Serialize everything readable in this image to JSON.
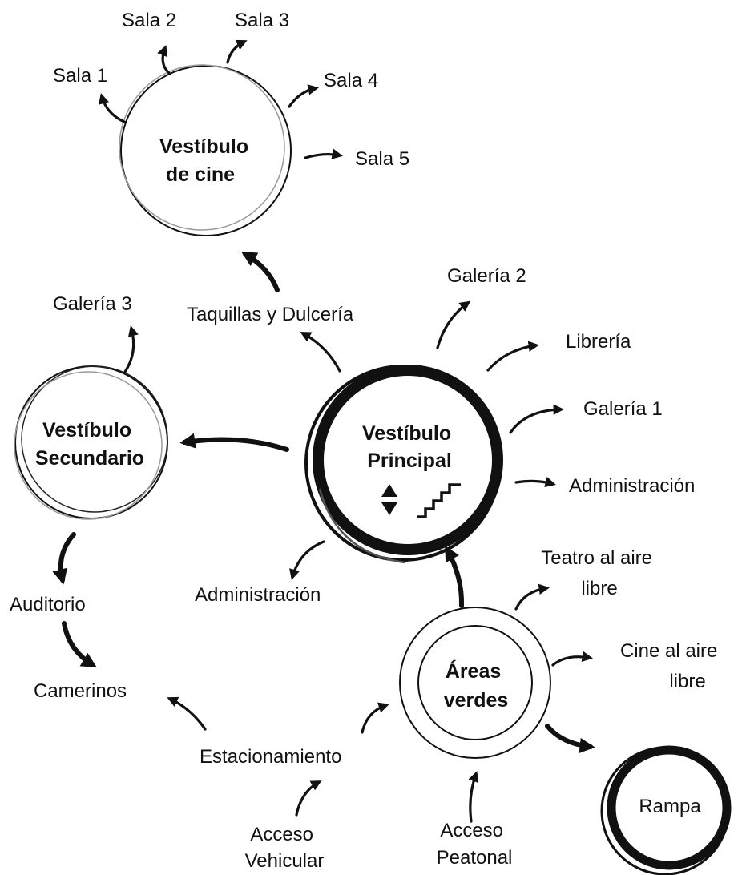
{
  "nodes": {
    "vestibulo_cine": [
      "Vestíbulo",
      "de cine"
    ],
    "vestibulo_secundario": [
      "Vestíbulo",
      "Secundario"
    ],
    "vestibulo_principal": [
      "Vestíbulo",
      "Principal"
    ],
    "areas_verdes": [
      "Áreas",
      "verdes"
    ],
    "rampa": "Rampa"
  },
  "labels": {
    "sala_1": "Sala 1",
    "sala_2": "Sala 2",
    "sala_3": "Sala 3",
    "sala_4": "Sala 4",
    "sala_5": "Sala 5",
    "galeria_3": "Galería 3",
    "taquillas": "Taquillas y Dulcería",
    "galeria_2": "Galería 2",
    "libreria": "Librería",
    "galeria_1": "Galería 1",
    "administracion_right": "Administración",
    "administracion_bottom": "Administración",
    "teatro": [
      "Teatro al aire",
      "libre"
    ],
    "cine_aire": [
      "Cine al aire",
      "libre"
    ],
    "auditorio": "Auditorio",
    "camerinos": "Camerinos",
    "estacionamiento": "Estacionamiento",
    "acceso_vehicular": [
      "Acceso",
      "Vehicular"
    ],
    "acceso_peatonal": [
      "Acceso",
      "Peatonal"
    ]
  },
  "icons": {
    "updown": "updown-triangle-icon",
    "stairs": "stairs-icon"
  },
  "colors": {
    "ink": "#111111",
    "background": "#ffffff"
  }
}
